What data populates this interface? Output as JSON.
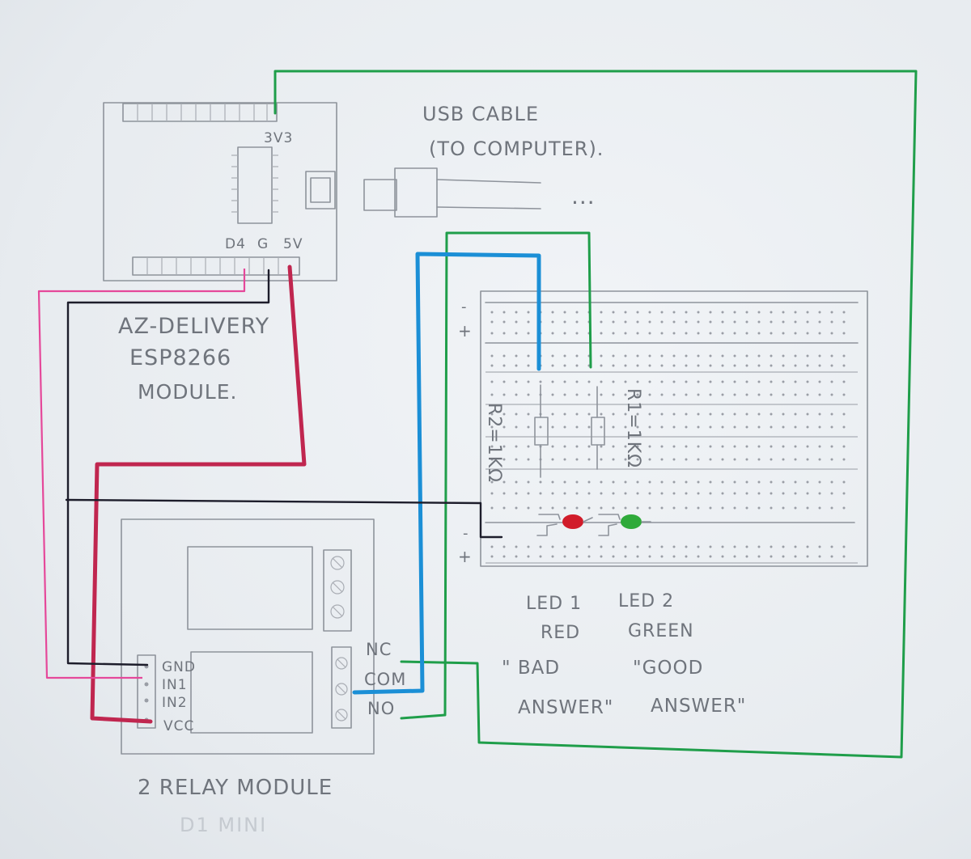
{
  "esp": {
    "pin_3v3": "3V3",
    "pins": [
      "D4",
      "G",
      "5V"
    ],
    "title_lines": [
      "AZ-DELIVERY",
      "ESP8266",
      "MODULE."
    ]
  },
  "usb": {
    "lines": [
      "USB CABLE",
      "(TO COMPUTER)."
    ],
    "ellipsis": "..."
  },
  "breadboard": {
    "rail_top": [
      "-",
      "+"
    ],
    "rail_bottom": [
      "-",
      "+"
    ],
    "r1_label": "R1=1KΩ",
    "r2_label": "R2=1KΩ"
  },
  "leds": [
    {
      "name": "LED 1",
      "color_word": "RED",
      "meaning_lines": [
        "\" BAD",
        "ANSWER\""
      ],
      "color": "#d11c2a"
    },
    {
      "name": "LED 2",
      "color_word": "GREEN",
      "meaning_lines": [
        "\"GOOD",
        "ANSWER\""
      ],
      "color": "#2faa3a"
    }
  ],
  "relay": {
    "title": "2 RELAY MODULE",
    "ghost_text": "D1 MINI",
    "input_pins": [
      "GND",
      "IN1",
      "IN2",
      "VCC"
    ],
    "output_terminals": [
      "NC",
      "COM",
      "NO"
    ]
  },
  "wire_colors": {
    "green": "#1f9e4a",
    "blue": "#1b8fd6",
    "red": "#c0264f",
    "pink": "#e5489a",
    "black": "#1d1d2b"
  }
}
